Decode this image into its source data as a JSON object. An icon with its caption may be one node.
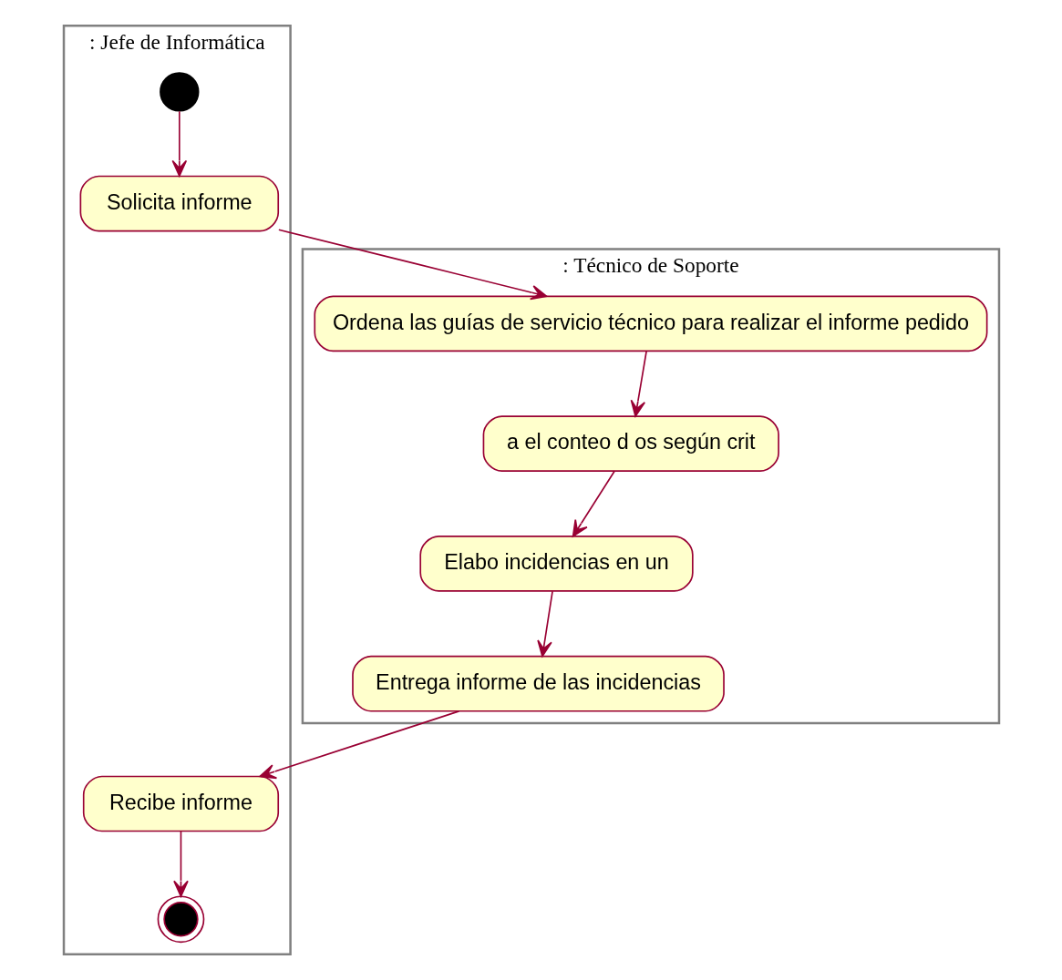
{
  "diagram": {
    "nodes": [
      {
        "text": [
          ": Técnico de Soporte"
        ]
      },
      {
        "text": [
          ": Jefe de Informática"
        ]
      },
      {
        "text": [],
        "shape": "circle",
        "in": 1
      },
      {
        "text": [
          "Solicita informe"
        ],
        "in": 1
      },
      {
        "text": [
          "Ordena las guías de servicio técnico para realizar el informe pedido"
        ],
        "in": 0
      },
      {
        "text": [
          "a el conteo d os según crit"
        ],
        "in": 0
      },
      {
        "text": [
          "Elabo incidencias en un"
        ],
        "in": 0
      },
      {
        "text": [
          "Entrega informe de las incidencias"
        ],
        "in": 0
      },
      {
        "text": [
          "Recibe informe"
        ],
        "in": 1
      },
      {
        "text": [],
        "shape": "bullseye",
        "in": 1
      }
    ],
    "edges": [
      {
        "from": 2,
        "to": 3,
        "arrow": "to"
      },
      {
        "from": 3,
        "to": 4,
        "arrow": "to"
      },
      {
        "from": 4,
        "to": 5,
        "arrow": "to"
      },
      {
        "from": 5,
        "to": 6,
        "arrow": "to"
      },
      {
        "from": 6,
        "to": 7,
        "arrow": "to"
      },
      {
        "from": 7,
        "to": 8,
        "arrow": "to"
      },
      {
        "from": 8,
        "to": 9,
        "arrow": "to"
      }
    ]
  }
}
